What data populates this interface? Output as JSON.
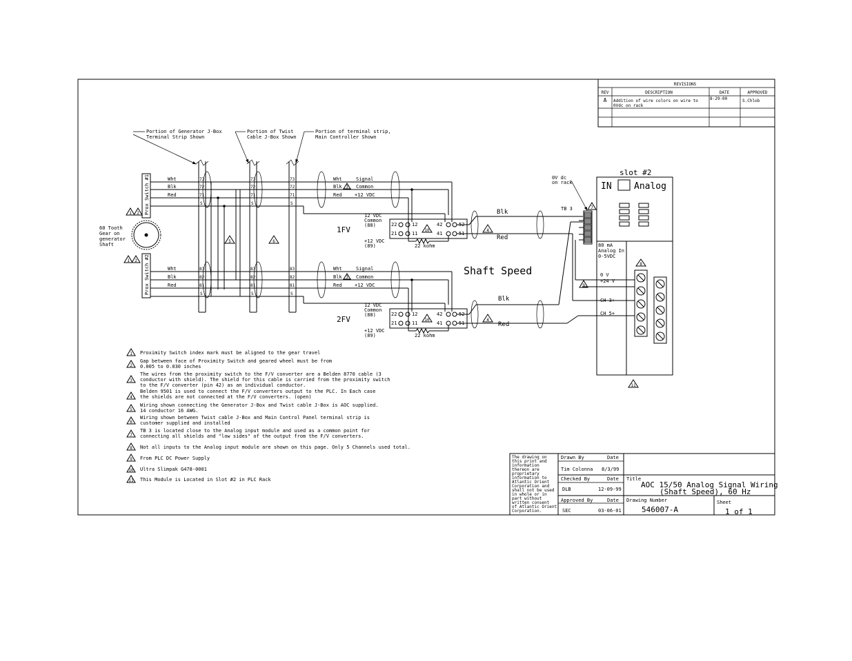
{
  "revisions": {
    "title": "REVISIONS",
    "headers": [
      "REV",
      "DESCRIPTION",
      "DATE",
      "APPROVED"
    ],
    "rows": [
      {
        "rev": "A",
        "description_1": "Addition of wire colors on wire  to",
        "description_2": "0Vdc on rack",
        "date": "8-29-00",
        "approved": "S.Chlob"
      }
    ]
  },
  "callouts": {
    "generator_jbox_1": "Portion of Generator J-Box",
    "generator_jbox_2": "Terminal Strip Shown",
    "twist_jbox_1": "Portion of Twist",
    "twist_jbox_2": "Cable J-Box Shown",
    "main_strip_1": "Portion of terminal strip,",
    "main_strip_2": "Main Controller Shown"
  },
  "gear": {
    "label_1": "60 Tooth",
    "label_2": "Gear on",
    "label_3": "generator",
    "label_4": "Shaft",
    "prox_top": "Prox Switch #1",
    "prox_bottom": "Prox Switch #2",
    "note_marks": [
      "1",
      "2"
    ]
  },
  "wires": {
    "wht": "Wht",
    "blk": "Blk",
    "red": "Red",
    "signal": "Signal",
    "common": "Common",
    "plus12": "+12 VDC",
    "gnd": "S",
    "upper_terms": [
      "73",
      "72",
      "71"
    ],
    "lower_terms": [
      "83",
      "82",
      "81"
    ]
  },
  "converters": [
    {
      "name": "1FV",
      "common_1": "12 VDC",
      "common_2": "Common",
      "common_3": "(88)",
      "plus_1": "+12 VDC",
      "plus_2": "(89)",
      "t22": "22",
      "t21": "21",
      "t12": "12",
      "t11": "11",
      "t42": "42",
      "t41": "41",
      "t52": "52",
      "t51": "51",
      "mark": "10",
      "res": "22 kohm"
    },
    {
      "name": "2FV",
      "common_1": "12 VDC",
      "common_2": "Common",
      "common_3": "(88)",
      "plus_1": "+12 VDC",
      "plus_2": "(89)",
      "t22": "22",
      "t21": "21",
      "t12": "12",
      "t11": "11",
      "t42": "42",
      "t41": "41",
      "t52": "52",
      "t51": "51",
      "mark": "10",
      "res": "22 kohm"
    }
  ],
  "shaft_speed": "Shaft Speed",
  "output_wires": {
    "blk": "Blk",
    "red": "Red"
  },
  "plc": {
    "tb3": "TB 3",
    "zero_v_1": "0V dc",
    "zero_v_2": "on rack",
    "slot": "slot #2",
    "in_label": "IN",
    "analog": "Analog",
    "spec_1": "80 mA",
    "spec_2": "Analog In",
    "spec_3": "0-5VDC",
    "ov": "0 V",
    "p24": "+24 V",
    "ch3": "CH 3+",
    "ch5": "CH 5+"
  },
  "marks": {
    "m1": "1",
    "m2": "2",
    "m3": "3",
    "m4": "4",
    "m5": "5",
    "m6": "6",
    "m7": "7",
    "m8": "8",
    "m9": "9",
    "m10": "10",
    "m11": "11"
  },
  "notes": [
    {
      "mark": "1",
      "lines": [
        "Proximity Switch index mark must be aligned to the gear travel"
      ]
    },
    {
      "mark": "2",
      "lines": [
        "Gap between face of Proximity Switch and geared wheel must be from",
        "0.005 to 0.030 inches"
      ]
    },
    {
      "mark": "3",
      "lines": [
        "The wires from the proximity switch to the F/V converter are a Belden 8770 cable (3",
        "conductor with shield).  The shield for this cable is carried from the proximity switch",
        "to the F/V converter (pin 42) as an individual conductor."
      ]
    },
    {
      "mark": "4",
      "lines": [
        "Belden 9501 is used to connect the F/V converters output to the PLC.  In Each case",
        "the shields are not connected at the F/V converters.  (open)"
      ]
    },
    {
      "mark": "5",
      "lines": [
        "Wiring shown connecting the Generator J-Box and Twist cable J-Box is AOC supplied.",
        "14 conductor 16 AWG."
      ]
    },
    {
      "mark": "6",
      "lines": [
        "Wiring shown between Twist cable J-Box and Main Control Panel terminal strip is",
        "customer supplied and installed"
      ]
    },
    {
      "mark": "7",
      "lines": [
        "TB 3 is located close to the Analog input module and used as a common point for",
        "connecting all shields and \"low sides\" of the output from the F/V converters."
      ]
    },
    {
      "mark": "8",
      "lines": [
        "Not all inputs to the Analog input module are shown on this page.  Only 5 Channels used total."
      ]
    },
    {
      "mark": "9",
      "lines": [
        "From PLC DC Power Supply"
      ]
    },
    {
      "mark": "10",
      "lines": [
        "Ultra Slimpak G478-0001"
      ]
    },
    {
      "mark": "11",
      "lines": [
        "This Module is Located in Slot #2 in PLC Rack"
      ]
    }
  ],
  "title_block": {
    "disclaimer": [
      "The drawing on",
      "this print and",
      "information",
      "thereon are",
      "proprietary",
      "information to",
      "Atlantic Orient",
      "Corporation and",
      "shall not be used",
      "in whole or in",
      "part without",
      "written consent",
      "of Atlantic Orient",
      "Corporation."
    ],
    "drawn_by_label": "Drawn By",
    "drawn_by": "Tim Colonna",
    "drawn_date": "8/3/99",
    "checked_by_label": "Checked By",
    "checked_by": "DLB",
    "checked_date": "12-09-99",
    "approved_by_label": "Approved By",
    "approved_by": "SEC",
    "approved_date": "03-06-01",
    "date_label": "Date",
    "title_label": "Title",
    "title_1": "AOC 15/50 Analog Signal Wiring",
    "title_2": "(Shaft Speed), 60 Hz",
    "drawing_number_label": "Drawing Number",
    "drawing_number": "546007-A",
    "sheet_label": "Sheet",
    "sheet": "1 of 1"
  }
}
